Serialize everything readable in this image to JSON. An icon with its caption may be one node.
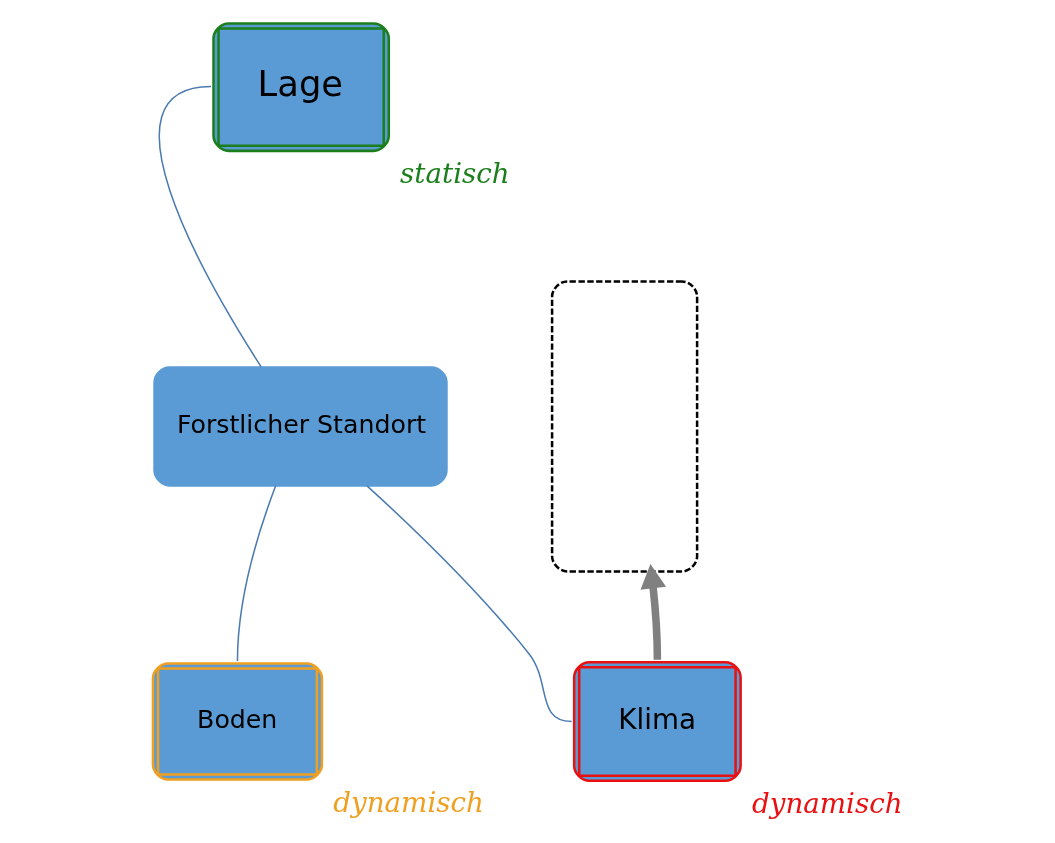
{
  "diagram": {
    "nodes": [
      {
        "text": [
          "Lage"
        ],
        "beside": [
          "statisch"
        ]
      },
      {
        "text": [
          "Forstlicher Standort"
        ]
      },
      {
        "text": [
          "Boden"
        ],
        "beside": [
          "dynamisch"
        ]
      },
      {
        "text": [
          "Klima"
        ],
        "beside": [
          "dynamisch"
        ]
      },
      {
        "text": [],
        "shape": "box"
      }
    ],
    "edges": [
      {
        "from": 0,
        "to": 1,
        "arrow": "none"
      },
      {
        "from": 1,
        "to": 2,
        "arrow": "none"
      },
      {
        "from": 1,
        "to": 3,
        "arrow": "none"
      },
      {
        "from": 3,
        "to": 4,
        "arrow": "to",
        "style": "thick",
        "color": "#808080"
      }
    ]
  }
}
